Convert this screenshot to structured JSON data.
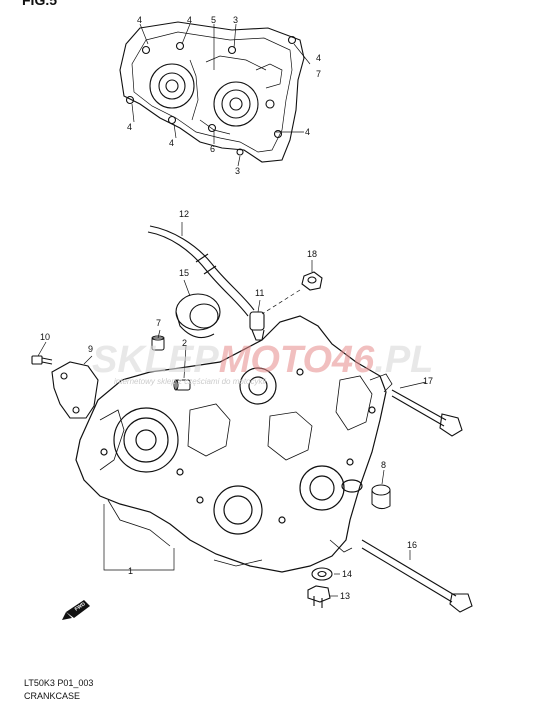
{
  "figure": {
    "title": "FIG.5"
  },
  "watermark": {
    "part1": "SKLEP",
    "part2": "MOTO",
    "part3": "46",
    "part4": ".PL",
    "tagline": "internetowy sklep z częściami do motocykli"
  },
  "footer": {
    "model_code": "LT50K3 P01_003",
    "section_name": "CRANKCASE"
  },
  "fwd_label": "FWD",
  "callouts": {
    "c1": "1",
    "c2": "2",
    "c3a": "3",
    "c3b": "3",
    "c4a": "4",
    "c4b": "4",
    "c4c": "4",
    "c4d": "4",
    "c4e": "4",
    "c4f": "4",
    "c5": "5",
    "c6": "6",
    "c7a": "7",
    "c7b": "7",
    "c8": "8",
    "c9": "9",
    "c10": "10",
    "c11": "11",
    "c12": "12",
    "c13": "13",
    "c14": "14",
    "c15": "15",
    "c16": "16",
    "c17": "17",
    "c18": "18"
  }
}
